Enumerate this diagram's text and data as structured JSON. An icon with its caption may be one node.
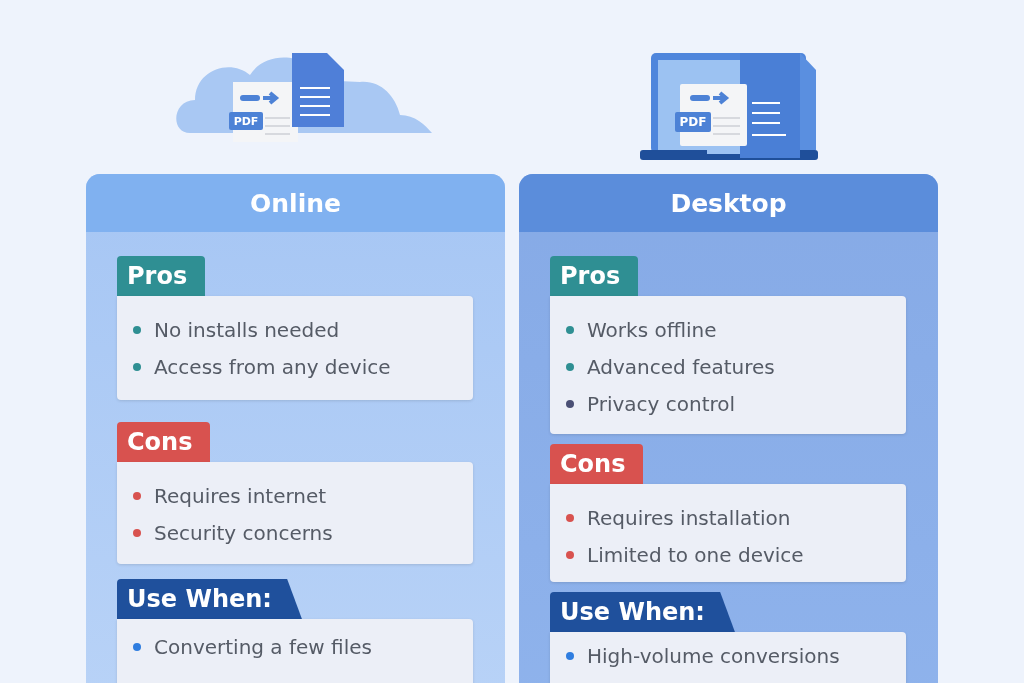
{
  "diagram": {
    "nodes": [
      {
        "text": [
          "Online"
        ]
      },
      {
        "text": [
          "Pros",
          "No installs needed",
          "Access from any device"
        ],
        "in": 0
      },
      {
        "text": [
          "Cons",
          "Requires internet",
          "Security concerns"
        ],
        "in": 0
      },
      {
        "text": [
          "Use When:",
          "Converting a few files"
        ],
        "in": 0
      },
      {
        "text": [
          "Desktop"
        ]
      },
      {
        "text": [
          "Pros",
          "Works offline",
          "Advanced features",
          "Privacy control"
        ],
        "in": 4
      },
      {
        "text": [
          "Cons",
          "Requires installation",
          "Limited to one device"
        ],
        "in": 4
      },
      {
        "text": [
          "Use When:",
          "High-volume conversions"
        ],
        "in": 4
      }
    ],
    "edges": [],
    "labels": [
      "PDF",
      "PDF"
    ]
  }
}
